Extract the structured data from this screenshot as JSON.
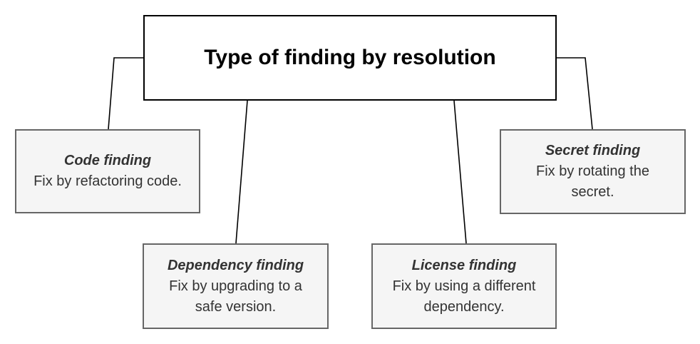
{
  "diagram": {
    "root_node": {
      "title": "Type of finding by resolution"
    },
    "nodes": [
      {
        "title": "Code finding",
        "description": "Fix by refactoring code."
      },
      {
        "title": "Dependency finding",
        "description": "Fix by upgrading to a\nsafe version."
      },
      {
        "title": "License finding",
        "description": "Fix by using a different\ndependency."
      },
      {
        "title": "Secret finding",
        "description": "Fix by rotating the\nsecret."
      }
    ],
    "colors": {
      "root_node_background": "#ffffff",
      "root_node_border": "#000000",
      "root_node_text": "#000000",
      "child_node_background": "#f5f5f5",
      "child_node_border": "#666666",
      "child_node_text": "#333333",
      "connector": "#000000"
    }
  }
}
